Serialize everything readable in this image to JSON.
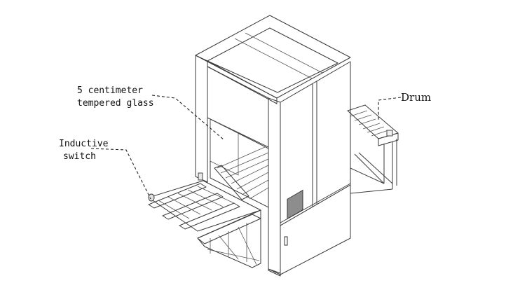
{
  "labels": {
    "glass_line1": "5 centimeter",
    "glass_line2": "tempered glass",
    "drum": "Drum",
    "switch_line1": "Inductive",
    "switch_line2": "switch"
  },
  "colors": {
    "cabinet_purple": "#d9c9de",
    "cabinet_purple_dark": "#cbb8d2",
    "glass_green": "#9fd88c",
    "glass_green_dark": "#7fc46b",
    "frame_white": "#f7f7f7",
    "screen_gray": "#8d8d8d"
  }
}
